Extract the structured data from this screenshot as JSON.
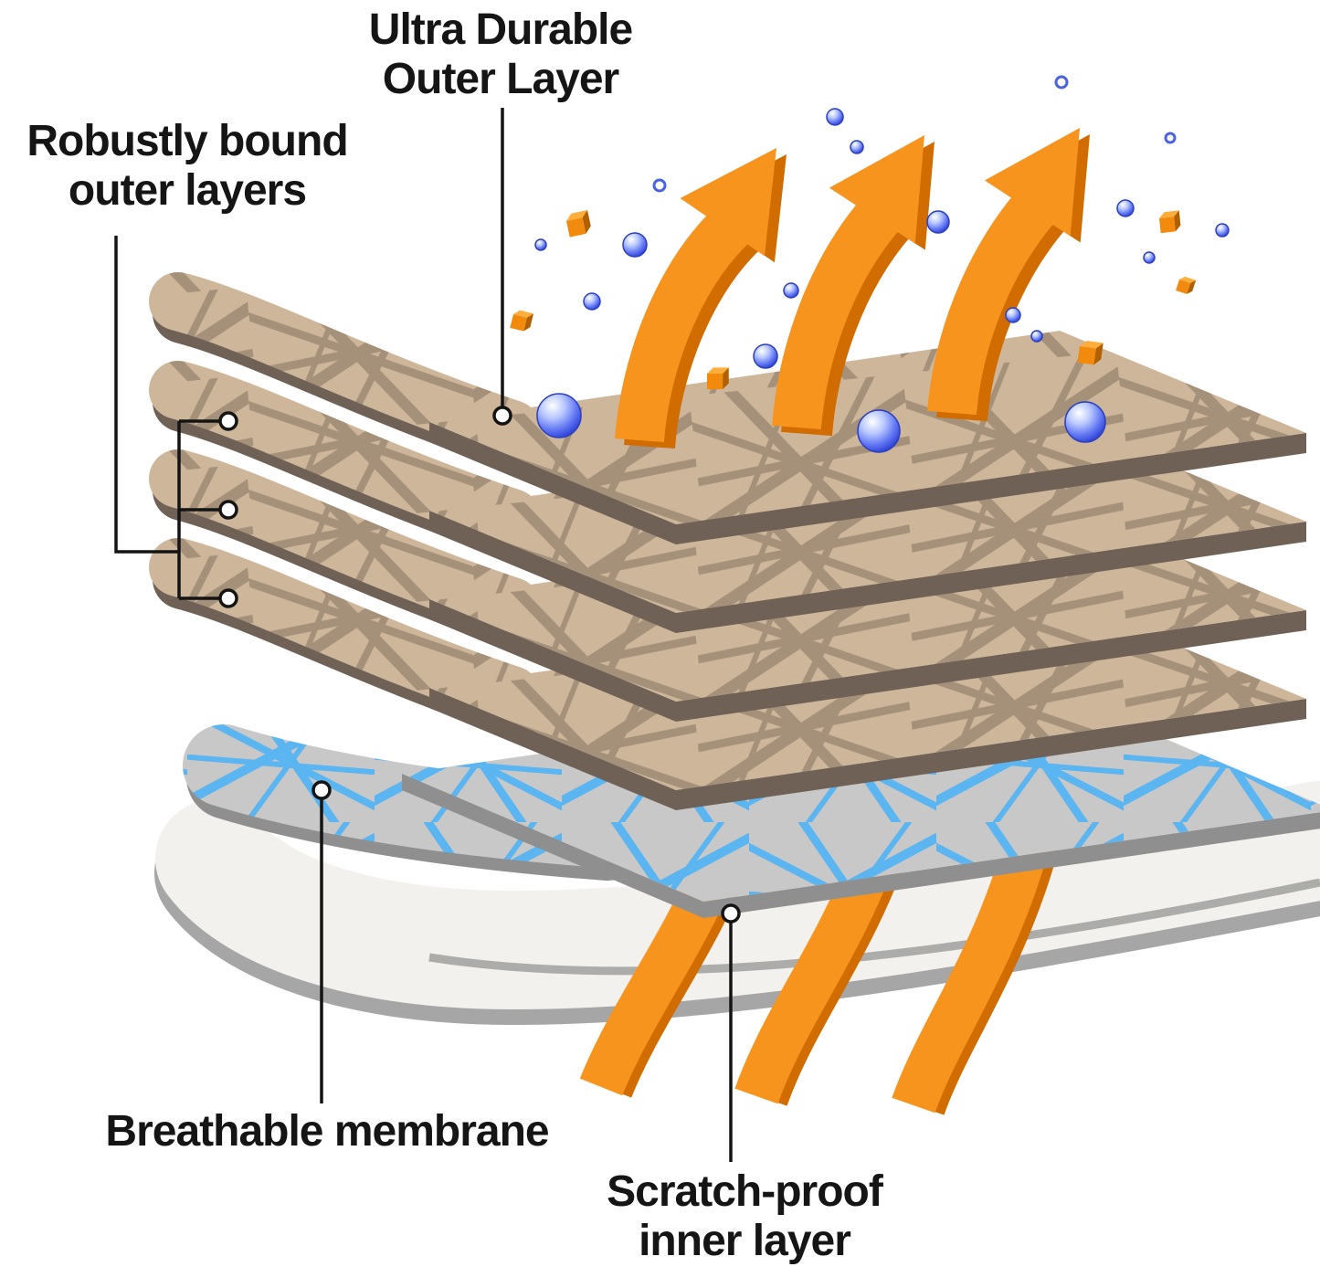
{
  "labels": {
    "outer_layer": {
      "line1": "Ultra Durable",
      "line2": "Outer Layer"
    },
    "bound_layers": {
      "line1": "Robustly bound",
      "line2": "outer layers"
    },
    "membrane": {
      "text": "Breathable membrane"
    },
    "inner_layer": {
      "line1": "Scratch-proof",
      "line2": "inner layer"
    }
  },
  "colors": {
    "background": "#FFFFFF",
    "fabric_base": "#CEB69A",
    "fabric_thread": "#A5917A",
    "fabric_edge": "#6F6156",
    "membrane_base": "#C8C8C8",
    "membrane_mesh": "#5BB5F1",
    "membrane_edge": "#8F8F8F",
    "inner_face": "#F2F1EE",
    "inner_edge": "#A6A6A6",
    "arrow_orange": "#F7941D",
    "arrow_shadow": "#D06C00",
    "droplet_highlight": "#FFFFFF",
    "droplet_mid": "#5E74F2",
    "droplet_core": "#2336CF",
    "particle_orange": "#F28A0D",
    "line_black": "#141414",
    "text_black": "#151515"
  }
}
